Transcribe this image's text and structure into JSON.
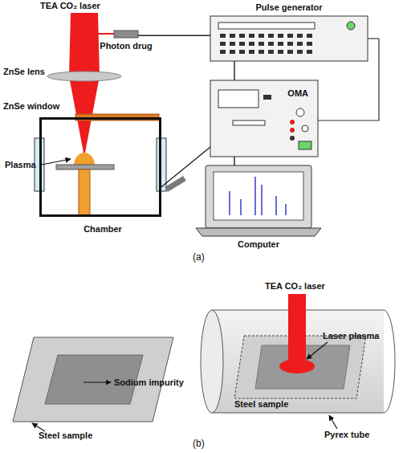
{
  "diagram": {
    "nodes": [
      {
        "text": [
          "Pulse generator"
        ]
      },
      {
        "text": [
          "Photon drug"
        ]
      },
      {
        "text": [
          "OMA"
        ]
      },
      {
        "text": [
          "Chamber"
        ]
      },
      {
        "text": [
          "Computer"
        ]
      }
    ],
    "edges": [
      {
        "from": 1,
        "to": 0,
        "arrow": "none"
      },
      {
        "from": 0,
        "to": 2,
        "arrow": "none"
      },
      {
        "from": 2,
        "to": 4,
        "arrow": "none"
      },
      {
        "from": 3,
        "to": 2,
        "arrow": "none"
      }
    ],
    "labels": [
      "TEA CO₂ laser",
      "ZnSe lens",
      "ZnSe window",
      "Plasma",
      "(a)",
      "Sodium impurity",
      "Steel sample",
      "TEA CO₂ laser",
      "Laser plasma",
      "Steel sample",
      "Pyrex tube",
      "(b)"
    ]
  }
}
